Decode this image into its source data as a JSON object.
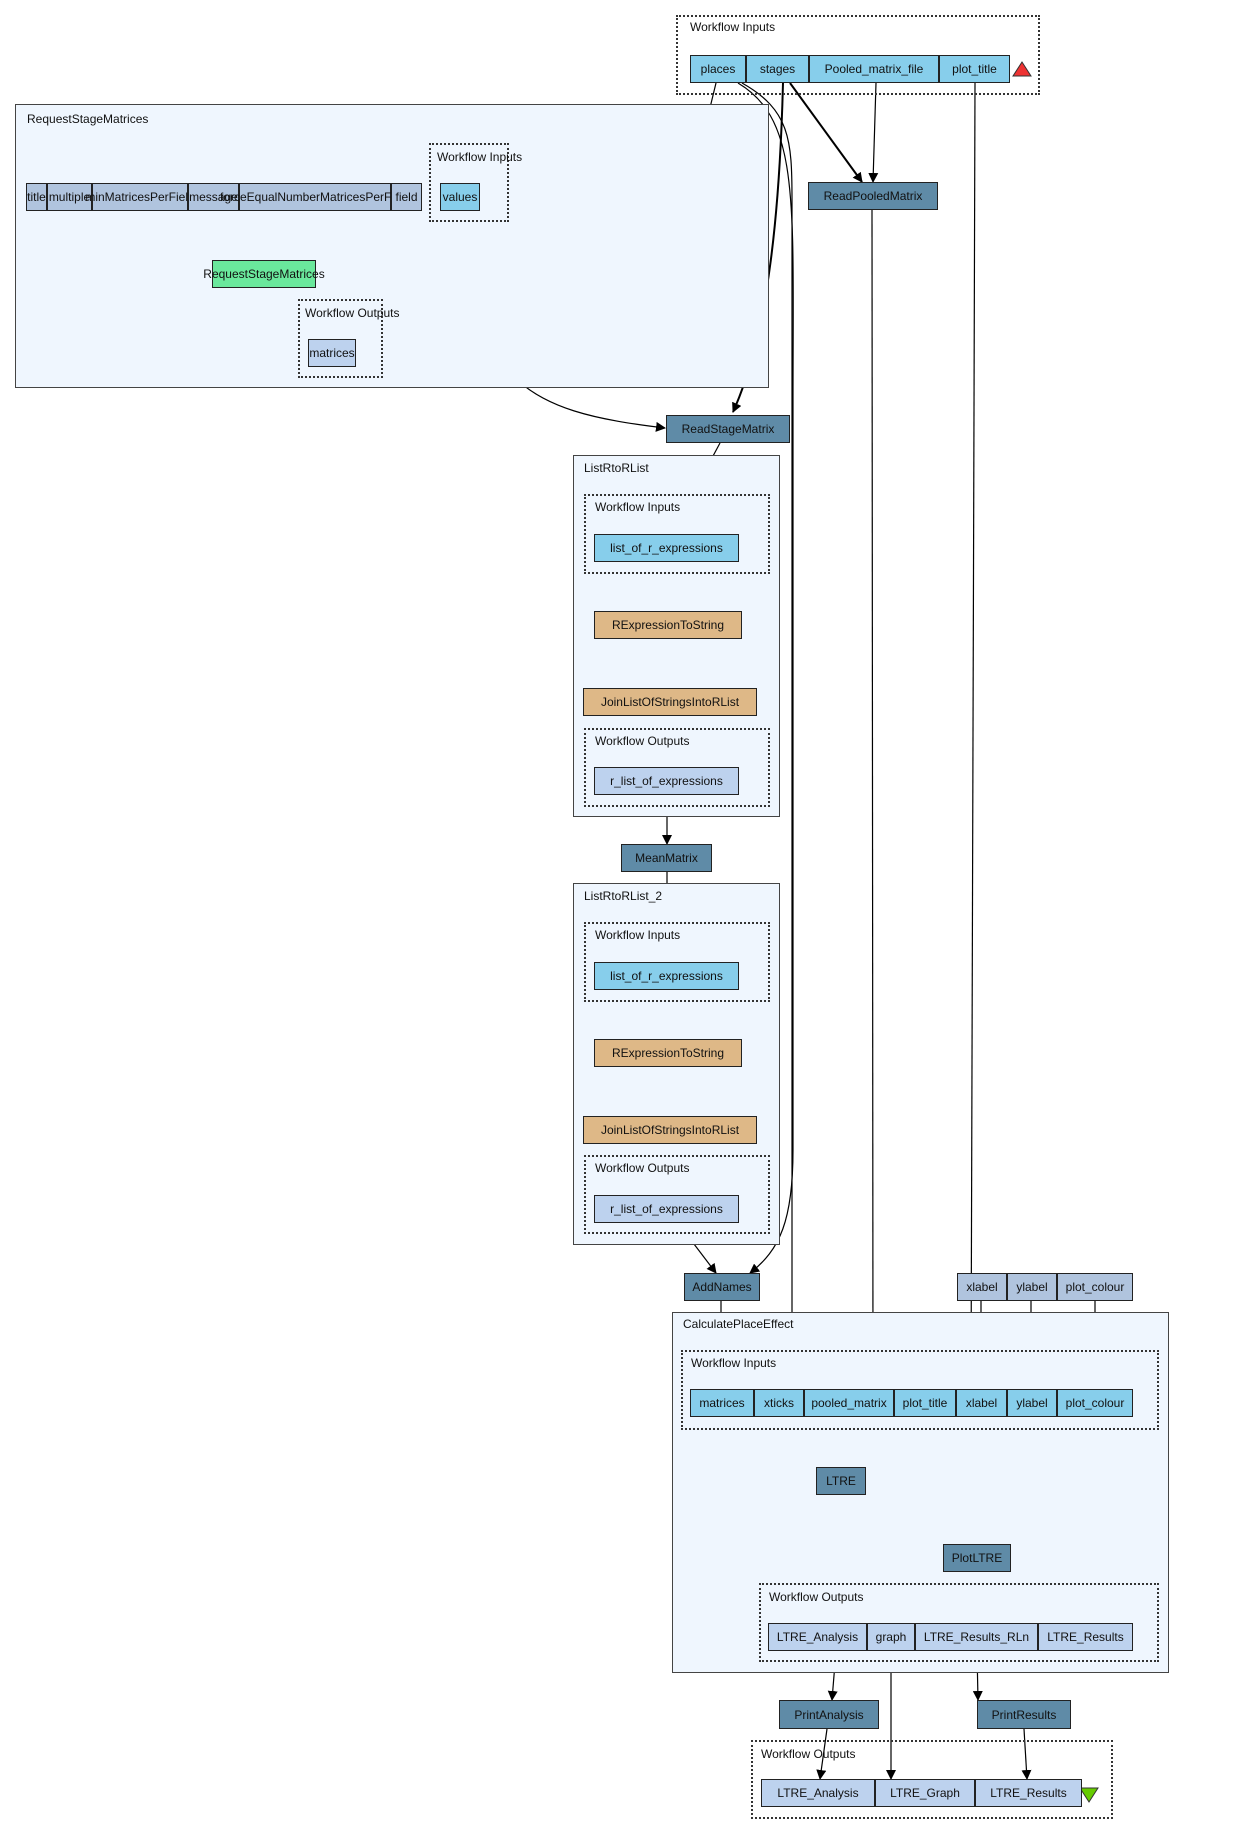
{
  "labels": {
    "workflow_inputs": "Workflow Inputs",
    "workflow_outputs": "Workflow Outputs"
  },
  "top_inputs": [
    "places",
    "stages",
    "Pooled_matrix_file",
    "plot_title"
  ],
  "request_stage_matrices": {
    "title": "RequestStageMatrices",
    "constants": [
      "title",
      "multiple",
      "minMatricesPerField",
      "message",
      "forceEqualNumberMatricesPerField",
      "field"
    ],
    "input": "values",
    "processor": "RequestStageMatrices",
    "output": "matrices"
  },
  "read_pooled_matrix": "ReadPooledMatrix",
  "read_stage_matrix": "ReadStageMatrix",
  "list_r_to_r_list": {
    "title": "ListRtoRList",
    "input": "list_of_r_expressions",
    "step1": "RExpressionToString",
    "step2": "JoinListOfStringsIntoRList",
    "output": "r_list_of_expressions"
  },
  "mean_matrix": "MeanMatrix",
  "list_r_to_r_list_2": {
    "title": "ListRtoRList_2",
    "input": "list_of_r_expressions",
    "step1": "RExpressionToString",
    "step2": "JoinListOfStringsIntoRList",
    "output": "r_list_of_expressions"
  },
  "add_names": "AddNames",
  "plot_constants": [
    "xlabel",
    "ylabel",
    "plot_colour"
  ],
  "calculate_place_effect": {
    "title": "CalculatePlaceEffect",
    "inputs": [
      "matrices",
      "xticks",
      "pooled_matrix",
      "plot_title",
      "xlabel",
      "ylabel",
      "plot_colour"
    ],
    "ltre": "LTRE",
    "plot_ltre": "PlotLTRE",
    "outputs": [
      "LTRE_Analysis",
      "graph",
      "LTRE_Results_RLn",
      "LTRE_Results"
    ]
  },
  "print_analysis": "PrintAnalysis",
  "print_results": "PrintResults",
  "final_outputs": [
    "LTRE_Analysis",
    "LTRE_Graph",
    "LTRE_Results"
  ],
  "colors": {
    "input": "#87ceeb",
    "output": "#bdd2ee",
    "constant": "#b0c4de",
    "processor": "#5f8ba7",
    "local": "#deb887",
    "interaction": "#6ae89c",
    "input_marker": "#ee3333",
    "output_marker": "#66cc00"
  }
}
